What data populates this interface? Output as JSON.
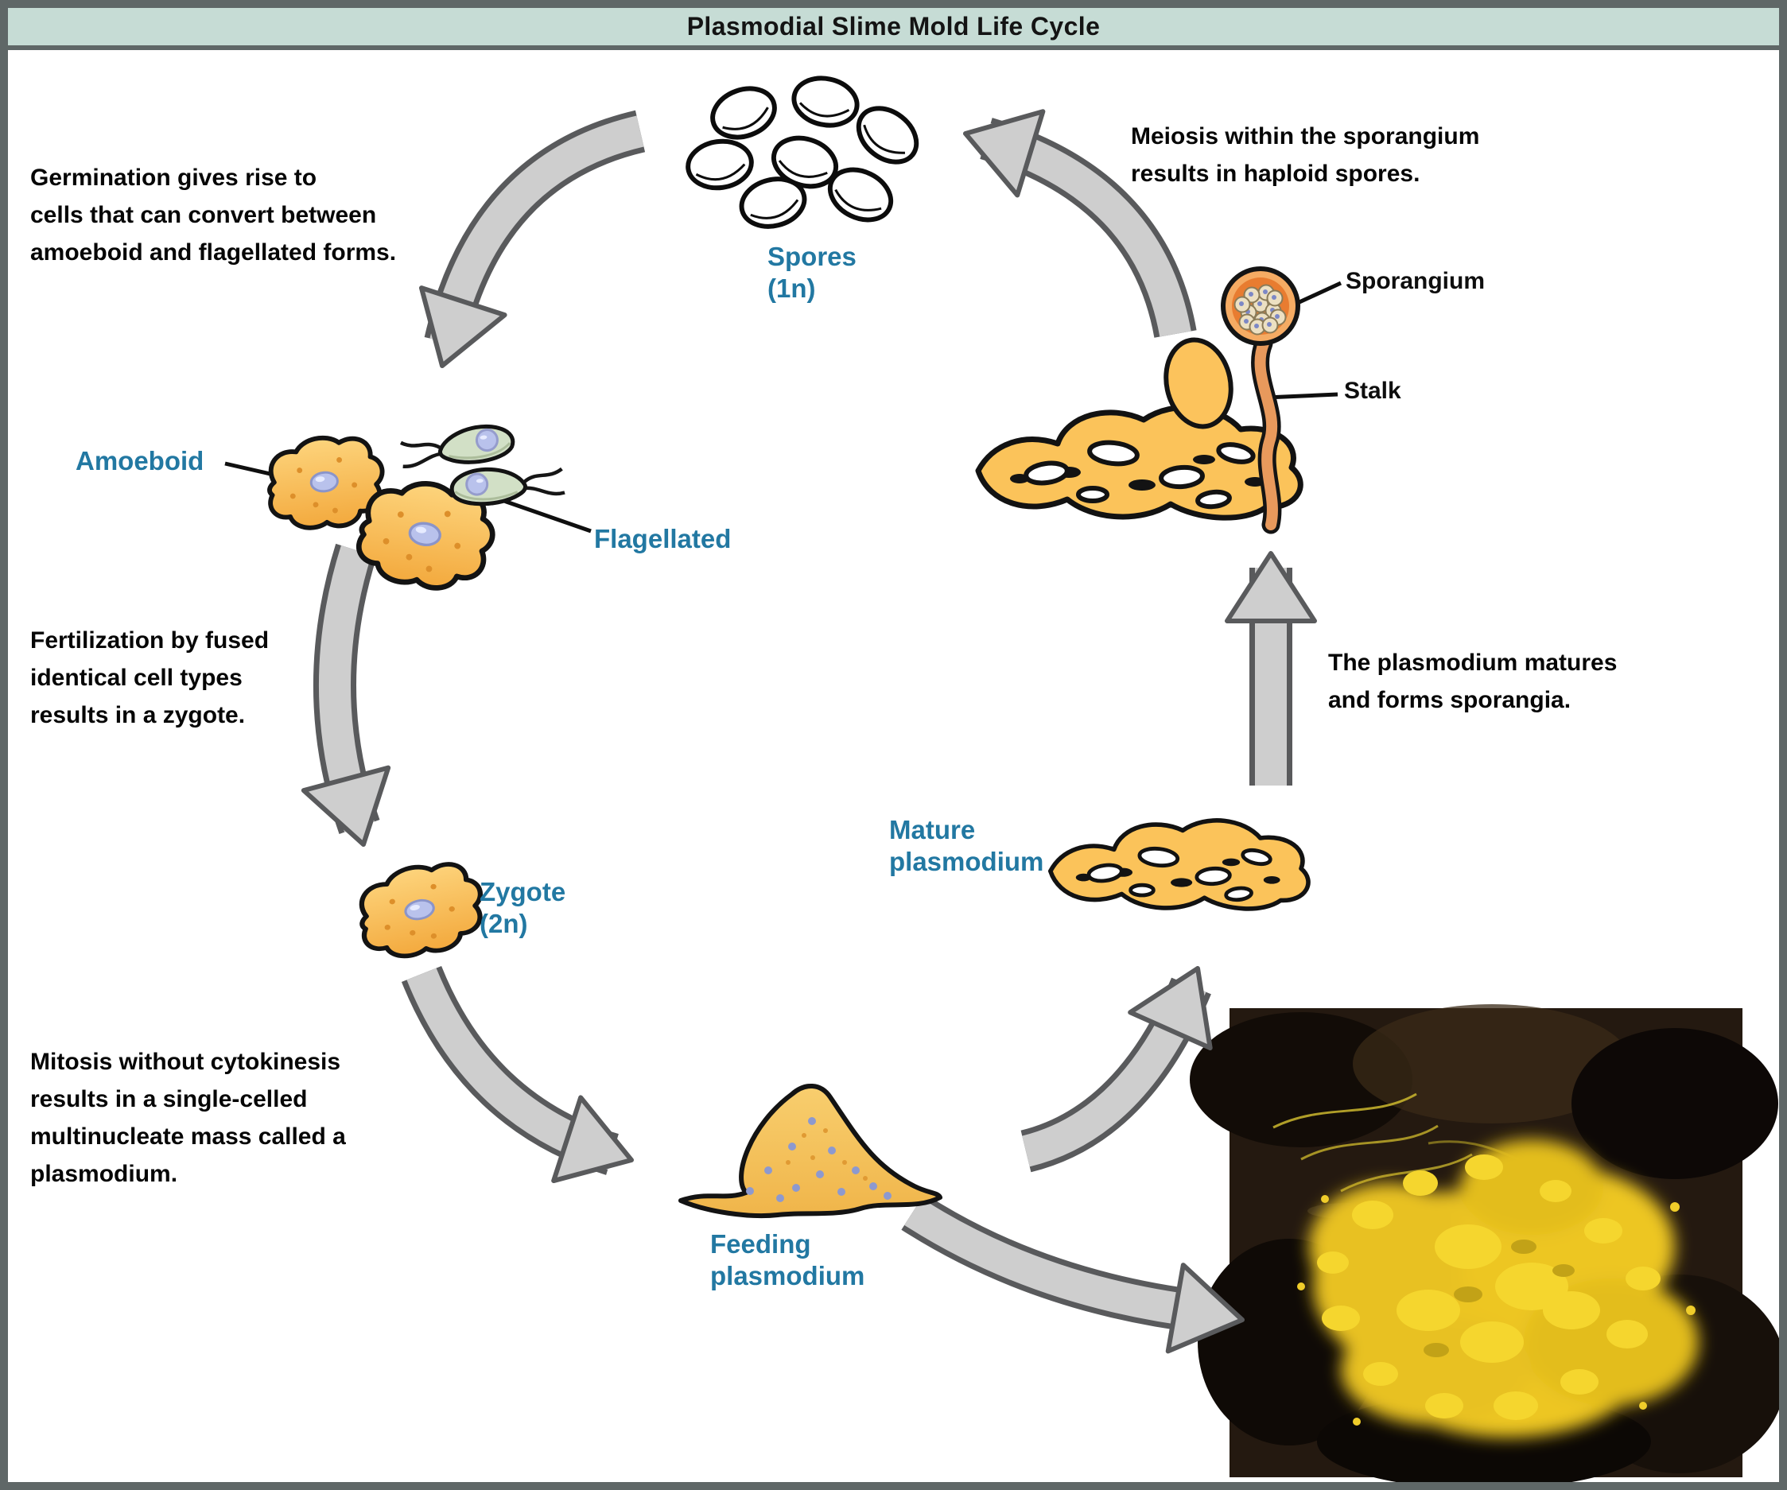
{
  "title": "Plasmodial Slime Mold Life Cycle",
  "annotations": {
    "germination": [
      "Germination gives rise to",
      "cells that can convert between",
      "amoeboid and flagellated forms."
    ],
    "meiosis": [
      "Meiosis within the sporangium",
      "results in haploid spores."
    ],
    "fertilization": [
      "Fertilization by fused",
      "identical cell types",
      "results in a zygote."
    ],
    "mitosis": [
      "Mitosis without cytokinesis",
      "results in a single-celled",
      "multinucleate mass called a",
      "plasmodium."
    ],
    "maturation": [
      "The plasmodium matures",
      "and forms sporangia."
    ]
  },
  "stage_labels": {
    "spores": [
      "Spores",
      "(1n)"
    ],
    "amoeboid": "Amoeboid",
    "flagellated": "Flagellated",
    "zygote": [
      "Zygote",
      "(2n)"
    ],
    "mature_plasmodium": [
      "Mature",
      "plasmodium"
    ],
    "feeding_plasmodium": [
      "Feeding",
      "plasmodium"
    ]
  },
  "part_labels": {
    "sporangium": "Sporangium",
    "stalk": "Stalk"
  },
  "colors": {
    "banner_background": "#c6dcd5",
    "frame_border": "#5f6767",
    "stage_label_blue": "#2278a2",
    "annotation_black": "#060606",
    "arrow_fill": "#cecece",
    "arrow_outline": "#595a5c",
    "cell_yellow": "#f9c158",
    "flagellated_green": "#d2e0c6",
    "nucleus_lavender": "#b9c2ec",
    "stalk_orange": "#e8995c",
    "sporangium_orange": "#e87c30",
    "photo_slime_yellow": "#f0cb24"
  }
}
